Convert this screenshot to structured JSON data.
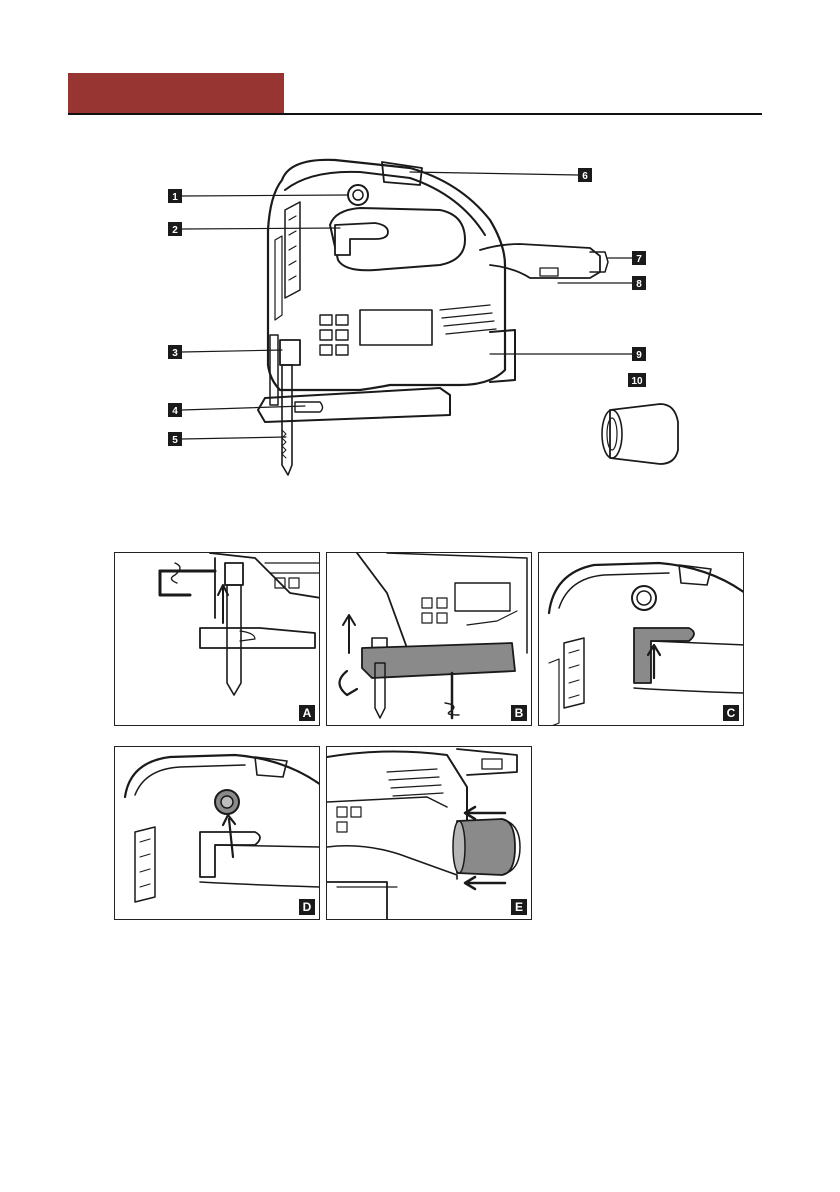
{
  "colors": {
    "header_bar": "#963532",
    "line_art": "#1a1a1a",
    "grey_fill": "#8a8a8a",
    "label_bg": "#1a1a1a"
  },
  "callouts": [
    "1",
    "2",
    "3",
    "4",
    "5",
    "6",
    "7",
    "8",
    "9",
    "10"
  ],
  "panels": [
    {
      "letter": "A"
    },
    {
      "letter": "B"
    },
    {
      "letter": "C"
    },
    {
      "letter": "D"
    },
    {
      "letter": "E"
    }
  ]
}
